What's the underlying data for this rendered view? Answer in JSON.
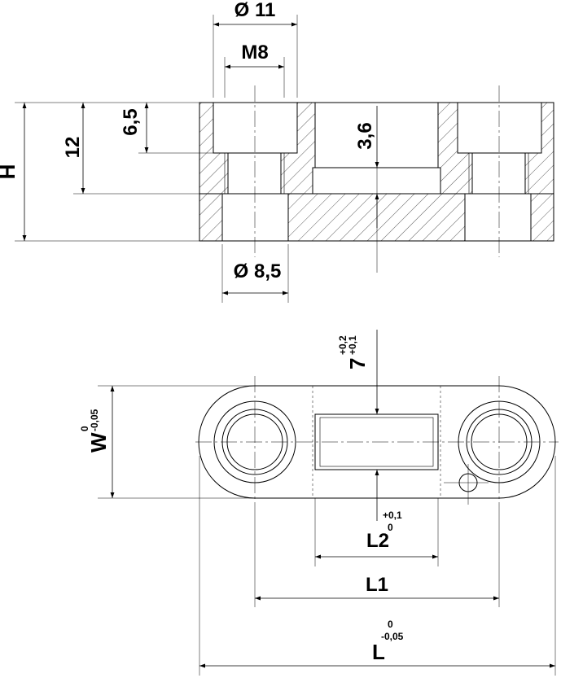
{
  "dims": {
    "bore_dia": "Ø 11",
    "thread": "M8",
    "depth_65": "6,5",
    "depth_12": "12",
    "height": "H",
    "slot_depth": "3,6",
    "hole_dia": "Ø 8,5",
    "slot_width": "7",
    "slot_width_upper": "+0,2",
    "slot_width_lower": "+0,1",
    "width": "W",
    "width_upper": "0",
    "width_lower": "-0,05",
    "slot_length": "L2",
    "slot_length_upper": "+0,1",
    "slot_length_lower": "0",
    "hole_spacing": "L1",
    "length": "L",
    "length_upper": "0",
    "length_lower": "-0,05"
  }
}
